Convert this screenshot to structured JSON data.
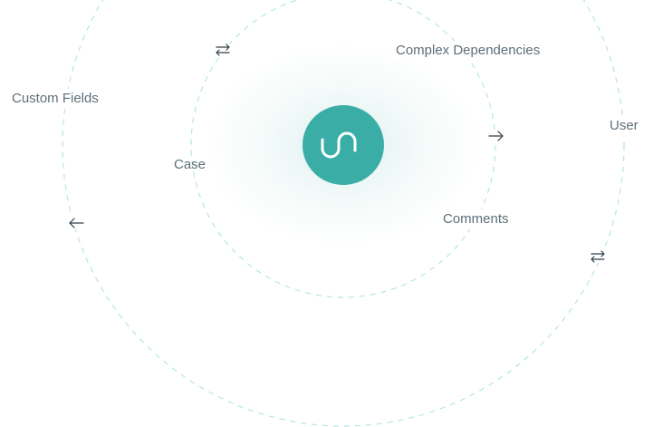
{
  "diagram": {
    "nodes": [
      {
        "id": "complex-dependencies",
        "label": "Complex Dependencies"
      },
      {
        "id": "custom-fields",
        "label": "Custom Fields"
      },
      {
        "id": "user",
        "label": "User"
      },
      {
        "id": "case",
        "label": "Case"
      },
      {
        "id": "comments",
        "label": "Comments"
      }
    ],
    "hub": {
      "icon": "unito-logo-icon"
    },
    "arrows": [
      {
        "id": "two-way-top",
        "icon": "two-way-arrow-icon"
      },
      {
        "id": "right-arrow",
        "icon": "arrow-right-icon"
      },
      {
        "id": "left-arrow",
        "icon": "arrow-left-icon"
      },
      {
        "id": "two-way-right",
        "icon": "two-way-arrow-icon"
      }
    ],
    "colors": {
      "accent": "#3aaea6",
      "orbit": "#b5e8df",
      "label": "#5e6f7a",
      "arrow": "#2f3d47"
    }
  }
}
